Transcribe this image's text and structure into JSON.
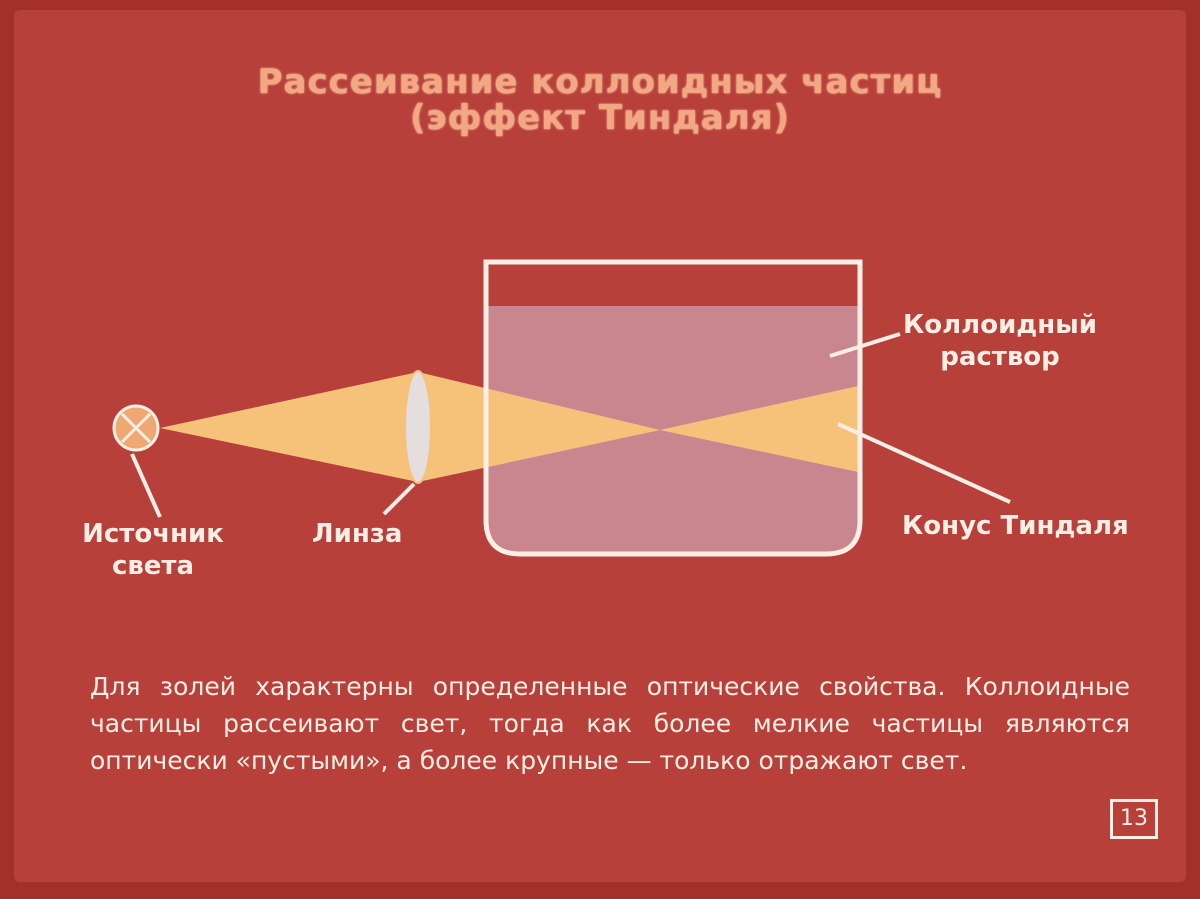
{
  "title": {
    "line1": "Рассеивание коллоидных частиц",
    "line2": "(эффект Тиндаля)"
  },
  "labels": {
    "source_line1": "Источник",
    "source_line2": "света",
    "lens": "Линза",
    "colloid_line1": "Коллоидный",
    "colloid_line2": "раствор",
    "cone": "Конус Тиндаля"
  },
  "caption": "Для золей характерны определенные оптические свойства. Коллоидные частицы рассеивают свет, тогда как более мелкие частицы являются оптически «пустыми», а более крупные — только отражают свет.",
  "slide_number": "13",
  "colors": {
    "background": "#b8403a",
    "beam": "#f6c27a",
    "solution": "#c9868f",
    "vessel_outline": "#fbeee4",
    "text": "#fbeee4",
    "title": "#f3a884"
  }
}
